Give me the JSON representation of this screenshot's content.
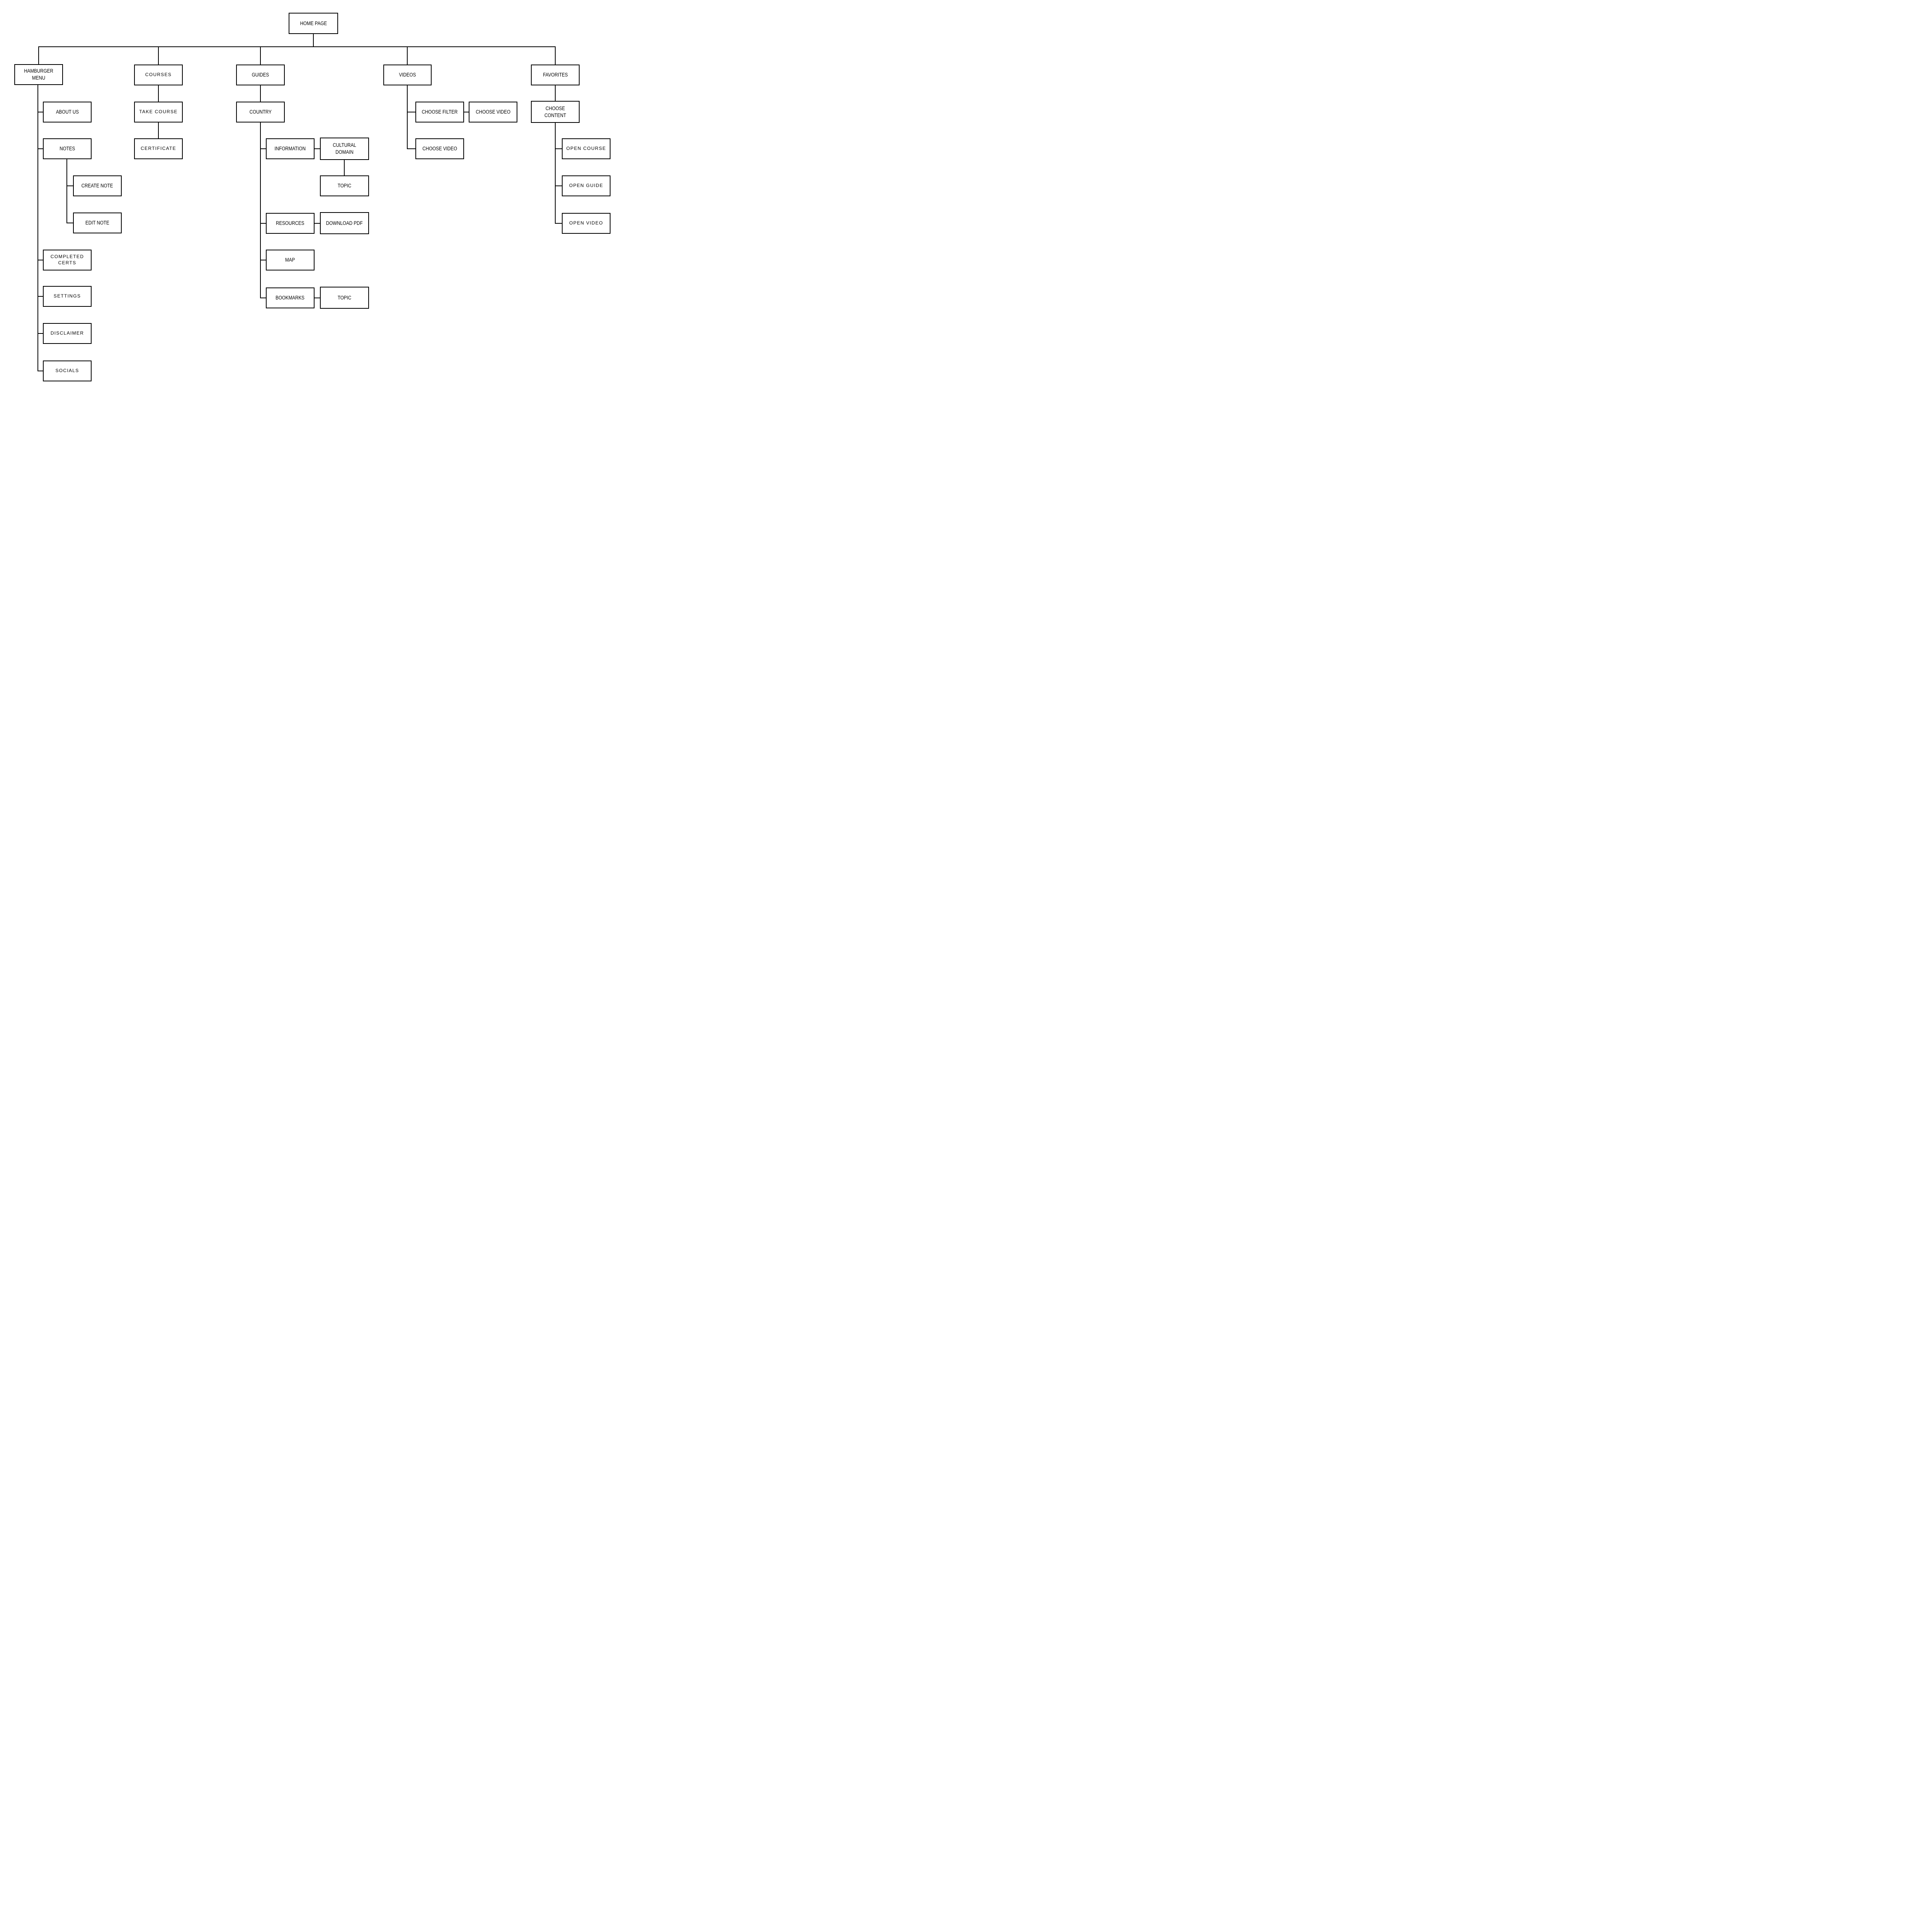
{
  "diagram": {
    "type": "sitemap-flowchart",
    "colors": {
      "background": "#ffffff",
      "box_fill": "#ffffff",
      "box_border": "#000000",
      "line": "#000000",
      "text": "#000000"
    },
    "nodes": {
      "home_page": {
        "label": "HOME PAGE"
      },
      "hamburger_menu": {
        "label": "HAMBURGER MENU"
      },
      "courses": {
        "label": "COURSES"
      },
      "guides": {
        "label": "GUIDES"
      },
      "videos": {
        "label": "VIDEOS"
      },
      "favorites": {
        "label": "FAVORITES"
      },
      "about_us": {
        "label": "ABOUT US"
      },
      "notes": {
        "label": "NOTES"
      },
      "create_note": {
        "label": "CREATE NOTE"
      },
      "edit_note": {
        "label": "EDIT NOTE"
      },
      "completed_certs": {
        "label": "COMPLETED CERTS"
      },
      "settings": {
        "label": "SETTINGS"
      },
      "disclaimer": {
        "label": "DISCLAIMER"
      },
      "socials": {
        "label": "SOCIALS"
      },
      "take_course": {
        "label": "TAKE COURSE"
      },
      "certificate": {
        "label": "CERTIFICATE"
      },
      "country": {
        "label": "COUNTRY"
      },
      "information": {
        "label": "INFORMATION"
      },
      "cultural_domain": {
        "label": "CULTURAL DOMAIN"
      },
      "topic_1": {
        "label": "TOPIC"
      },
      "resources": {
        "label": "RESOURCES"
      },
      "download_pdf": {
        "label": "DOWNLOAD PDF"
      },
      "map": {
        "label": "MAP"
      },
      "bookmarks": {
        "label": "BOOKMARKS"
      },
      "topic_2": {
        "label": "TOPIC"
      },
      "choose_filter": {
        "label": "CHOOSE FILTER"
      },
      "choose_video_1": {
        "label": "CHOOSE VIDEO"
      },
      "choose_video_2": {
        "label": "CHOOSE VIDEO"
      },
      "choose_content": {
        "label": "CHOOSE CONTENT"
      },
      "open_course": {
        "label": "OPEN COURSE"
      },
      "open_guide": {
        "label": "OPEN GUIDE"
      },
      "open_video": {
        "label": "OPEN VIDEO"
      }
    },
    "edges": [
      [
        "home_page",
        "hamburger_menu"
      ],
      [
        "home_page",
        "courses"
      ],
      [
        "home_page",
        "guides"
      ],
      [
        "home_page",
        "videos"
      ],
      [
        "home_page",
        "favorites"
      ],
      [
        "hamburger_menu",
        "about_us"
      ],
      [
        "hamburger_menu",
        "notes"
      ],
      [
        "hamburger_menu",
        "completed_certs"
      ],
      [
        "hamburger_menu",
        "settings"
      ],
      [
        "hamburger_menu",
        "disclaimer"
      ],
      [
        "hamburger_menu",
        "socials"
      ],
      [
        "notes",
        "create_note"
      ],
      [
        "notes",
        "edit_note"
      ],
      [
        "courses",
        "take_course"
      ],
      [
        "take_course",
        "certificate"
      ],
      [
        "guides",
        "country"
      ],
      [
        "country",
        "information"
      ],
      [
        "country",
        "resources"
      ],
      [
        "country",
        "map"
      ],
      [
        "country",
        "bookmarks"
      ],
      [
        "information",
        "cultural_domain"
      ],
      [
        "cultural_domain",
        "topic_1"
      ],
      [
        "resources",
        "download_pdf"
      ],
      [
        "bookmarks",
        "topic_2"
      ],
      [
        "videos",
        "choose_filter"
      ],
      [
        "videos",
        "choose_video_2"
      ],
      [
        "choose_filter",
        "choose_video_1"
      ],
      [
        "favorites",
        "choose_content"
      ],
      [
        "choose_content",
        "open_course"
      ],
      [
        "choose_content",
        "open_guide"
      ],
      [
        "choose_content",
        "open_video"
      ]
    ]
  }
}
